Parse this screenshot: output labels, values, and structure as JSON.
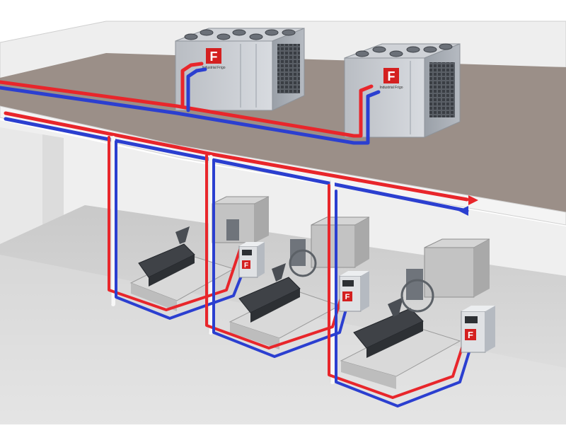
{
  "brand": {
    "logo_letter": "F",
    "logo_text": "Industrial Frigo"
  },
  "colors": {
    "supply_pipe": "#e8262b",
    "return_pipe": "#2b3fd0",
    "roof_surface": "#9b8f88",
    "building_wall": "#f2f2f2",
    "floor": "#d6d6d6",
    "unit_body": "#c9ccd1",
    "logo_red": "#d42020"
  },
  "components": {
    "dry_coolers": [
      "dry-cooler-1",
      "dry-cooler-2"
    ],
    "injection_molding_machines": [
      "molding-machine-1",
      "molding-machine-2",
      "molding-machine-3"
    ],
    "temperature_control_units": [
      "tcu-1",
      "tcu-2",
      "tcu-3"
    ]
  },
  "flow_arrows": [
    "supply-flow-arrow",
    "return-flow-arrow"
  ]
}
